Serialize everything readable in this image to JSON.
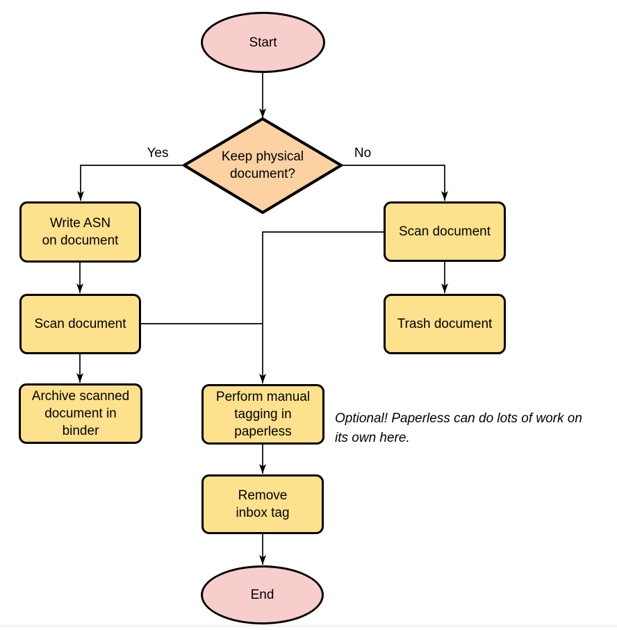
{
  "diagram": {
    "kind": "flowchart",
    "nodes": {
      "start": {
        "label": "Start"
      },
      "decision": {
        "label": "Keep physical\ndocument?"
      },
      "write_asn": {
        "label": "Write ASN\non document"
      },
      "scan_left": {
        "label": "Scan document"
      },
      "archive": {
        "label": "Archive scanned\ndocument in\nbinder"
      },
      "scan_right": {
        "label": "Scan document"
      },
      "trash": {
        "label": "Trash document"
      },
      "tagging": {
        "label": "Perform manual\ntagging in\npaperless"
      },
      "remove_tag": {
        "label": "Remove\ninbox tag"
      },
      "end": {
        "label": "End"
      }
    },
    "edge_labels": {
      "yes": "Yes",
      "no": "No"
    },
    "annotation": "Optional! Paperless can do lots of work on\nits own here.",
    "colors": {
      "terminator_fill": "#f8cecc",
      "decision_fill": "#fcd2a2",
      "process_fill": "#fde18c",
      "stroke": "#000000"
    }
  }
}
